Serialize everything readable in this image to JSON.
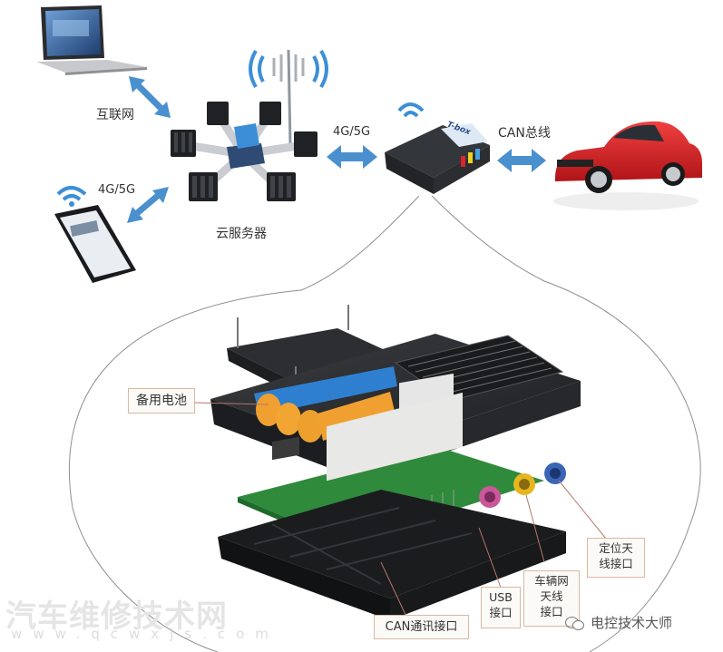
{
  "diagram": {
    "top": {
      "internet_label": "互联网",
      "phone_link_label": "4G/5G",
      "cloud_server_label": "云服务器",
      "tbox_link_label": "4G/5G",
      "can_bus_label": "CAN总线",
      "tbox_device_label": "T-box"
    },
    "callouts": {
      "backup_battery": "备用电池",
      "can_port": "CAN通讯接口",
      "usb_port_line1": "USB",
      "usb_port_line2": "接口",
      "vehicle_antenna_line1": "车辆网",
      "vehicle_antenna_line2": "天线",
      "vehicle_antenna_line3": "接口",
      "gps_antenna_line1": "定位天",
      "gps_antenna_line2": "线接口"
    },
    "watermarks": {
      "site_name": "汽车维修技术网",
      "site_url": "www.qcwxjs.com",
      "wechat_account": "电控技术大师"
    },
    "colors": {
      "arrow_blue": "#4a90cf",
      "wifi_blue": "#3c8fd6",
      "car_red": "#d8232a",
      "device_dark": "#2b2d30",
      "pcb_green": "#2f8a3c",
      "battery_orange": "#f0a030",
      "battery_blue": "#2f7fd0",
      "callout_border": "#d9b9a3"
    }
  }
}
